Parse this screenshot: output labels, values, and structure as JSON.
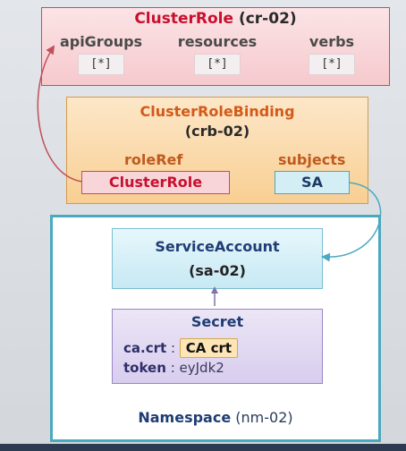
{
  "cluster_role": {
    "title": "ClusterRole",
    "id": "(cr-02)",
    "columns": [
      {
        "header": "apiGroups",
        "value": "[*]"
      },
      {
        "header": "resources",
        "value": "[*]"
      },
      {
        "header": "verbs",
        "value": "[*]"
      }
    ]
  },
  "cluster_role_binding": {
    "title": "ClusterRoleBinding",
    "id": "(crb-02)",
    "role_ref_label": "roleRef",
    "role_ref_value": "ClusterRole",
    "subjects_label": "subjects",
    "subjects_value": "SA"
  },
  "namespace": {
    "label": "Namespace",
    "id": "(nm-02)",
    "service_account": {
      "title": "ServiceAccount",
      "id": "(sa-02)"
    },
    "secret": {
      "title": "Secret",
      "ca_key": "ca.crt",
      "ca_value": "CA crt",
      "token_key": "token",
      "token_value": "eyJdk2"
    }
  },
  "colors": {
    "cluster_role_border": "#c0505a",
    "binding_border": "#d59a4a",
    "namespace_border": "#49a9bf",
    "arrow_red": "#c0505a",
    "arrow_teal": "#49a9bf"
  }
}
